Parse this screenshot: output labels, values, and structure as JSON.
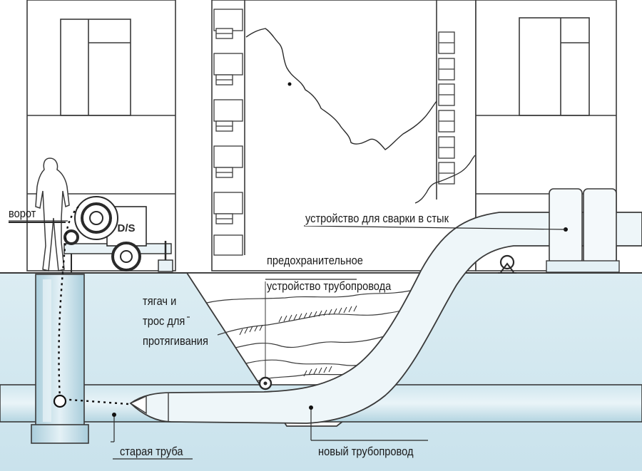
{
  "labels": {
    "winch": "ворот",
    "butt_welder": "устройство для сварки в стык",
    "pipeline_guard_line1": "предохранительное",
    "pipeline_guard_line2": "устройство трубопровода",
    "puller_line1": "тягач и",
    "puller_line2": "трос для",
    "puller_line3": "протягивания",
    "old_pipe": "старая труба",
    "new_pipeline": "новый трубопровод"
  },
  "machine_logo": "D/S",
  "colors": {
    "ground": "#d6ebf2",
    "pipe": "#bcdbe6",
    "new_pipe": "#eef6f9",
    "line": "#2a2a2a"
  }
}
